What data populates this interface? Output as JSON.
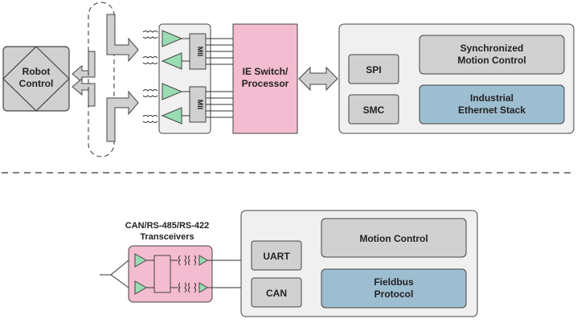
{
  "top": {
    "robot": {
      "line1": "Robot",
      "line2": "Control"
    },
    "mii_a": "MII",
    "mii_b": "MII",
    "switch": {
      "line1": "IE Switch/",
      "line2": "Processor"
    },
    "spi": "SPI",
    "smc": "SMC",
    "sync": {
      "line1": "Synchronized",
      "line2": "Motion Control"
    },
    "stack": {
      "line1": "Industrial",
      "line2": "Ethernet Stack"
    }
  },
  "bottom": {
    "transceivers": {
      "line1": "CAN/RS-485/RS-422",
      "line2": "Transceivers"
    },
    "uart": "UART",
    "can": "CAN",
    "motion": "Motion Control",
    "fieldbus": {
      "line1": "Fieldbus",
      "line2": "Protocol"
    }
  },
  "colors": {
    "gray_block": "#d0d0d0",
    "pink_block": "#f4bcd0",
    "blue_block": "#9dbdd0",
    "panel_bg": "#f0f0f0",
    "amp_fill": "#99dcb4"
  }
}
